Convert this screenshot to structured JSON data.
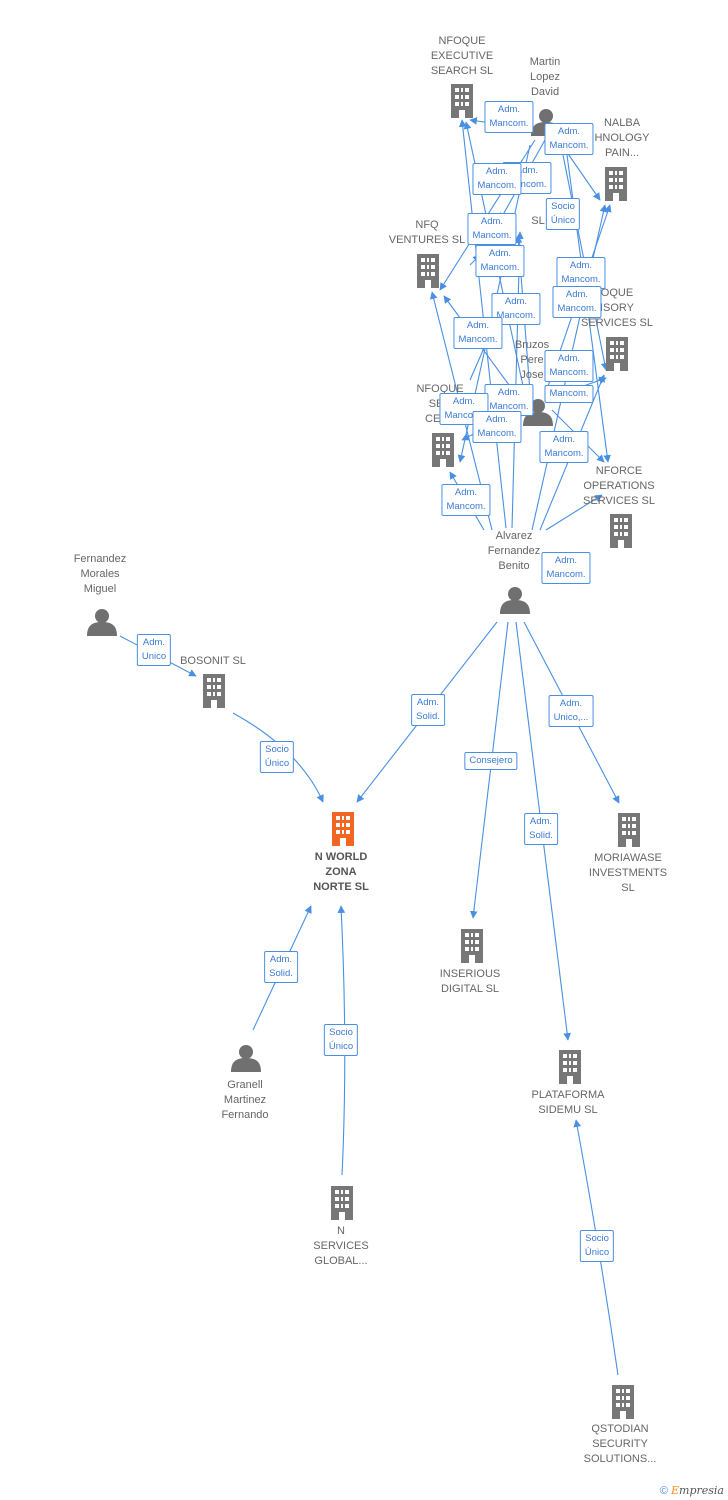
{
  "colors": {
    "edge": "#4a90e2",
    "building": "#777777",
    "main_building": "#f26522",
    "person": "#707070",
    "label_text": "#666666"
  },
  "nodes": [
    {
      "id": "nfoque_exec",
      "type": "company",
      "label": "NFOQUE\nEXECUTIVE\nSEARCH SL"
    },
    {
      "id": "martin",
      "type": "person",
      "label": "Martin\nLopez\nDavid"
    },
    {
      "id": "nalba",
      "type": "company",
      "label": "NALBA\nHNOLOGY\nPAIN..."
    },
    {
      "id": "sl_mid",
      "type": "company",
      "label": "SL"
    },
    {
      "id": "nfq",
      "type": "company",
      "label": "NFQ\nVENTURES  SL"
    },
    {
      "id": "advisory",
      "type": "company",
      "label": "OQUE\nISORY\nSERVICES SL"
    },
    {
      "id": "bruzos",
      "type": "person",
      "label": "Bruzos\nPere\nJose"
    },
    {
      "id": "nfoque_serv",
      "type": "company",
      "label": "NFOQUE\nSER\nCENT"
    },
    {
      "id": "nforce",
      "type": "company",
      "label": "NFORCE\nOPERATIONS\nSERVICES  SL"
    },
    {
      "id": "alvarez",
      "type": "person",
      "label": "Alvarez\nFernandez\nBenito"
    },
    {
      "id": "fernandez",
      "type": "person",
      "label": "Fernandez\nMorales\nMiguel"
    },
    {
      "id": "bosonit",
      "type": "company",
      "label": "BOSONIT  SL"
    },
    {
      "id": "nworld",
      "type": "company",
      "label": "N WORLD\nZONA\nNORTE  SL",
      "main": true
    },
    {
      "id": "moriawase",
      "type": "company",
      "label": "MORIAWASE\nINVESTMENTS\nSL"
    },
    {
      "id": "inserious",
      "type": "company",
      "label": "INSERIOUS\nDIGITAL  SL"
    },
    {
      "id": "granell",
      "type": "person",
      "label": "Granell\nMartinez\nFernando"
    },
    {
      "id": "nservices",
      "type": "company",
      "label": "N\nSERVICES\nGLOBAL..."
    },
    {
      "id": "plataforma",
      "type": "company",
      "label": "PLATAFORMA\nSIDEMU  SL"
    },
    {
      "id": "qstodian",
      "type": "company",
      "label": "QSTODIAN\nSECURITY\nSOLUTIONS..."
    }
  ],
  "edge_labels": {
    "adm_mancom": "Adm.\nMancom.",
    "socio_unico": "Socio\nÚnico",
    "adm_unico": "Adm.\nUnico",
    "adm_solid": "Adm.\nSolid.",
    "adm_unico_etc": "Adm.\nUnico,...",
    "consejero": "Consejero",
    "mancom_only": "Mancom."
  },
  "footer": {
    "copyright": "©",
    "brand_first": "E",
    "brand_rest": "mpresia"
  }
}
